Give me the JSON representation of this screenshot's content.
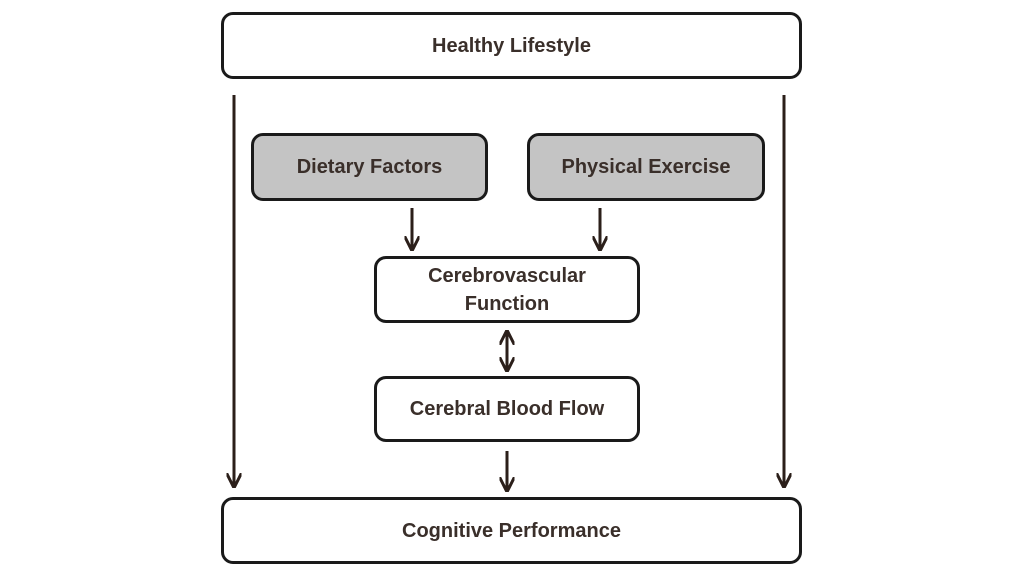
{
  "nodes": {
    "healthy_lifestyle": "Healthy Lifestyle",
    "dietary_factors": "Dietary Factors",
    "physical_exercise": "Physical Exercise",
    "cerebrovascular_function": "Cerebrovascular\nFunction",
    "cerebral_blood_flow": "Cerebral Blood Flow",
    "cognitive_performance": "Cognitive Performance"
  },
  "colors": {
    "border": "#1a1a1a",
    "text": "#3a2f2a",
    "shaded_fill": "#c4c4c4",
    "arrow": "#2b1f1a"
  },
  "edges": [
    {
      "from": "healthy_lifestyle",
      "to": "cognitive_performance",
      "side": "left",
      "style": "single"
    },
    {
      "from": "healthy_lifestyle",
      "to": "cognitive_performance",
      "side": "right",
      "style": "single"
    },
    {
      "from": "dietary_factors",
      "to": "cerebrovascular_function",
      "style": "single"
    },
    {
      "from": "physical_exercise",
      "to": "cerebrovascular_function",
      "style": "single"
    },
    {
      "from": "cerebrovascular_function",
      "to": "cerebral_blood_flow",
      "style": "double"
    },
    {
      "from": "cerebral_blood_flow",
      "to": "cognitive_performance",
      "style": "single"
    }
  ]
}
